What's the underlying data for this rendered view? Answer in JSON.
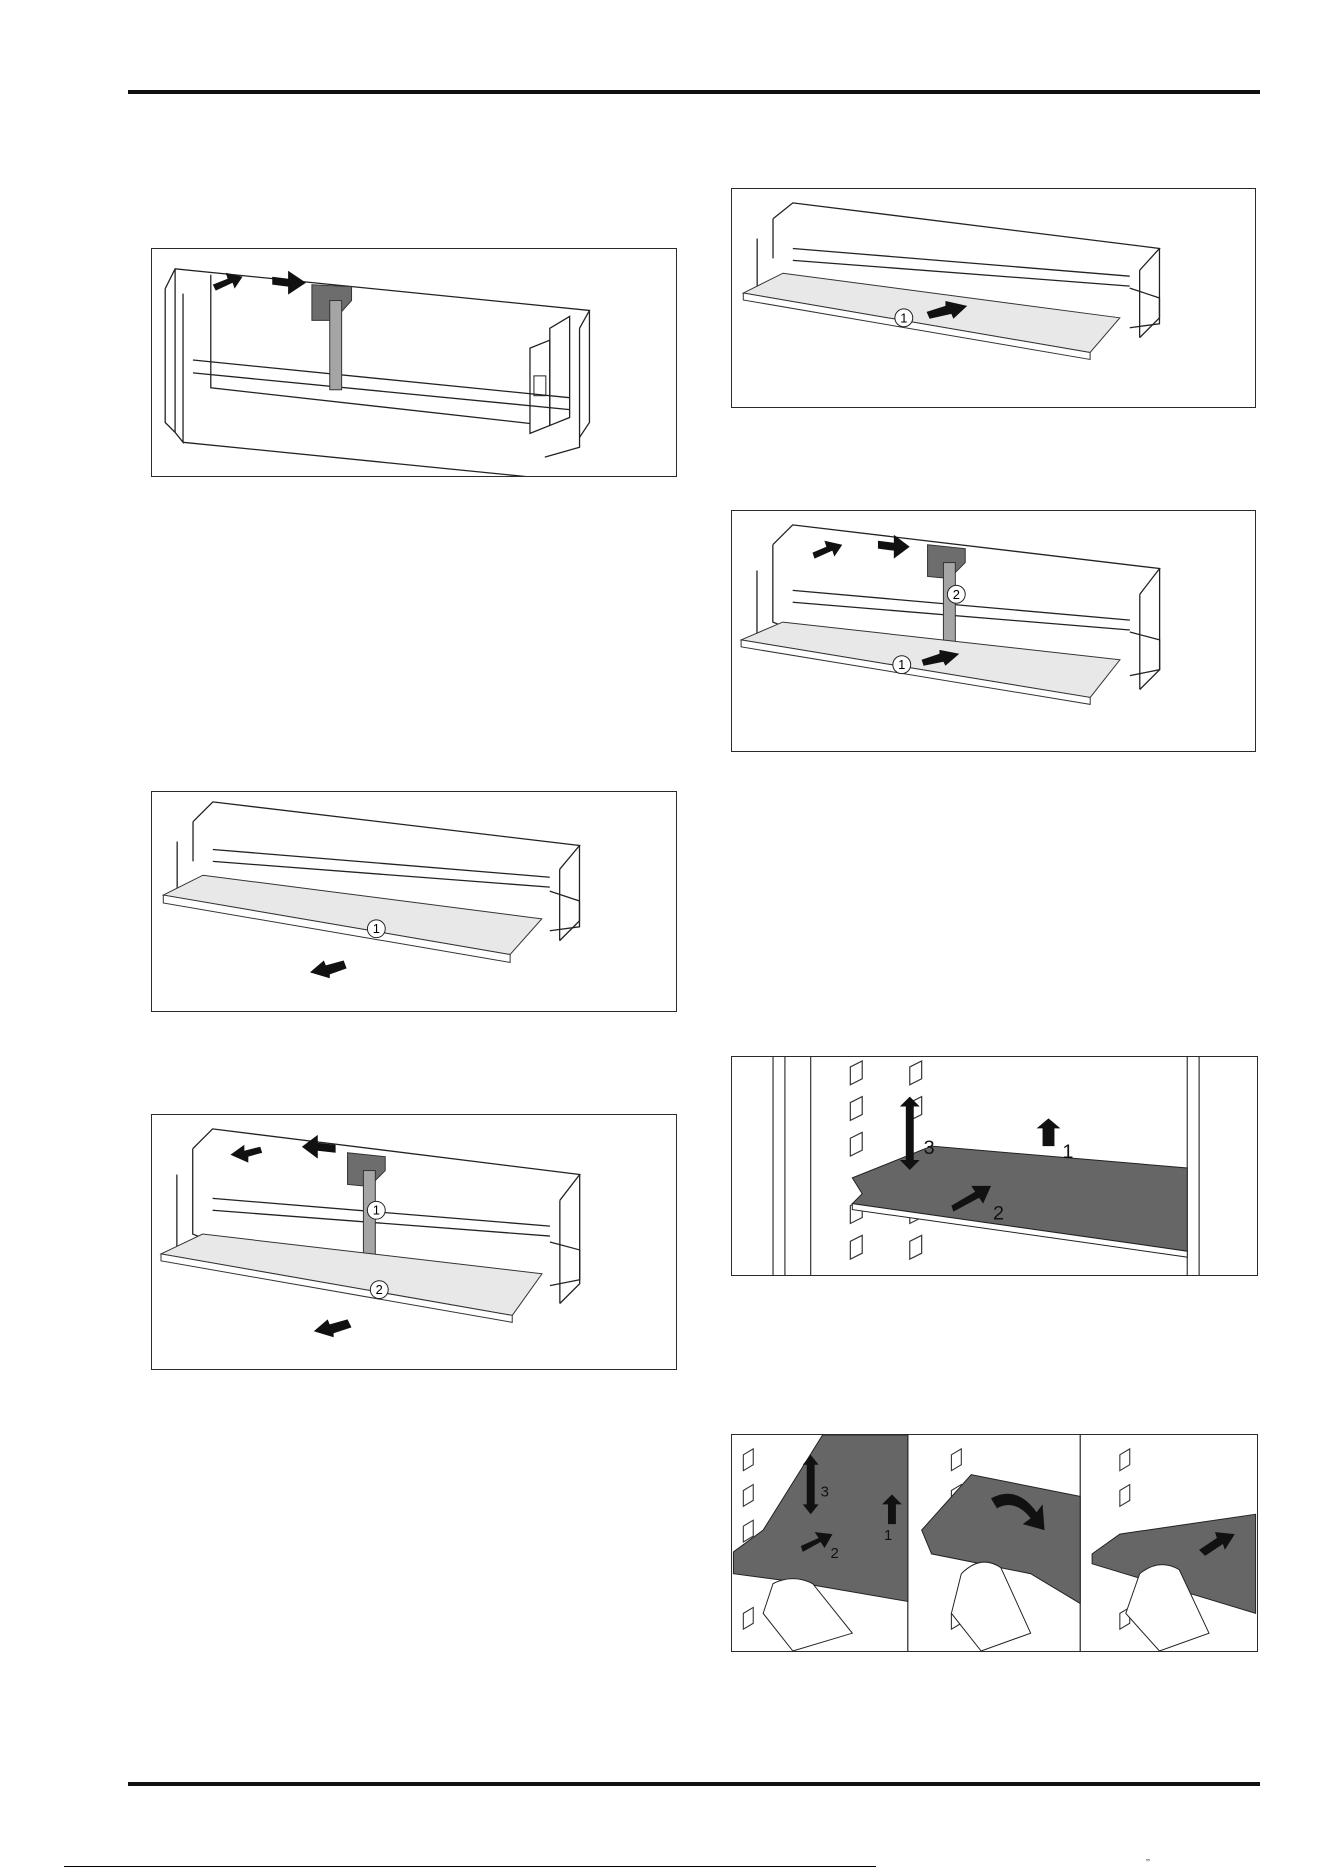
{
  "figures": {
    "a": {},
    "b": {
      "callouts": [
        "1"
      ]
    },
    "c": {
      "callouts": [
        "2",
        "1"
      ]
    },
    "d": {
      "callouts": [
        "1"
      ]
    },
    "e": {
      "callouts": [
        "1",
        "2"
      ]
    },
    "f": {
      "steps": [
        "1",
        "2",
        "3"
      ]
    },
    "g": {
      "steps": [
        "3",
        "2",
        "1"
      ]
    }
  },
  "footer": {
    "mark": "ʼʼ"
  }
}
